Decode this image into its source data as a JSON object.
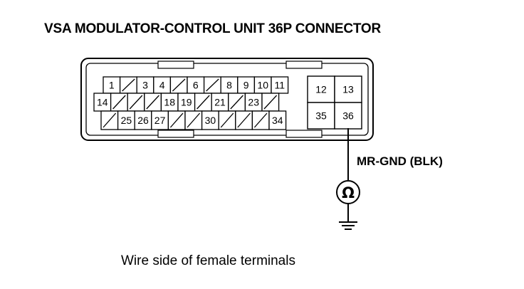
{
  "title": "VSA MODULATOR-CONTROL UNIT 36P CONNECTOR",
  "caption": "Wire side of female terminals",
  "wire": {
    "label": "MR-GND (BLK)",
    "terminal": "36"
  },
  "meter": {
    "symbol": "Ω",
    "icon": "ohmmeter-icon"
  },
  "ground": {
    "icon": "ground-symbol-icon"
  },
  "connector": {
    "row1": [
      "1",
      "",
      "3",
      "4",
      "",
      "6",
      "",
      "8",
      "9",
      "10",
      "11"
    ],
    "row2": [
      "14",
      "",
      "",
      "",
      "18",
      "19",
      "",
      "21",
      "",
      "23",
      ""
    ],
    "row3": [
      "",
      "25",
      "26",
      "27",
      "",
      "",
      "30",
      "",
      "",
      "",
      "34"
    ],
    "large_pins": [
      "12",
      "13",
      "35",
      "36"
    ]
  }
}
